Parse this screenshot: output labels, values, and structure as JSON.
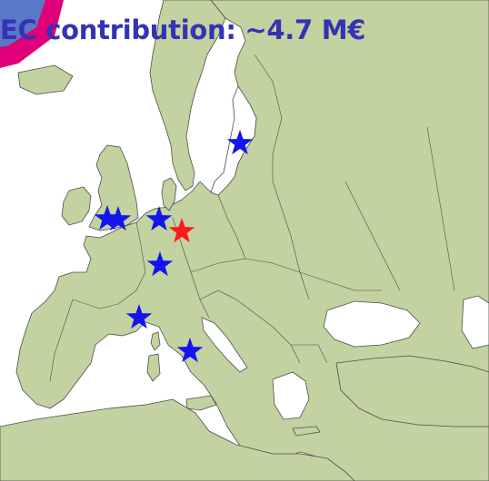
{
  "title": "EC contribution: ~4.7 M€",
  "colors": {
    "title": "#3333b3",
    "sea": "#ffffff",
    "land": "#c2d2a0",
    "border": "#4d4d4d",
    "partner_star": "#1414ee",
    "coordinator_star": "#ff1a1a",
    "accent_pink": "#e0007a",
    "accent_blue": "#5a78c8"
  },
  "markers": [
    {
      "kind": "partner",
      "color_key": "partner_star",
      "icon": "star-icon"
    },
    {
      "kind": "partner",
      "color_key": "partner_star",
      "icon": "star-icon"
    },
    {
      "kind": "partner",
      "color_key": "partner_star",
      "icon": "star-icon"
    },
    {
      "kind": "partner",
      "color_key": "partner_star",
      "icon": "star-icon"
    },
    {
      "kind": "coordinator",
      "color_key": "coordinator_star",
      "icon": "star-icon"
    },
    {
      "kind": "partner",
      "color_key": "partner_star",
      "icon": "star-icon"
    },
    {
      "kind": "partner",
      "color_key": "partner_star",
      "icon": "star-icon"
    },
    {
      "kind": "partner",
      "color_key": "partner_star",
      "icon": "star-icon"
    },
    {
      "kind": "partner",
      "color_key": "partner_star",
      "icon": "star-icon"
    }
  ]
}
